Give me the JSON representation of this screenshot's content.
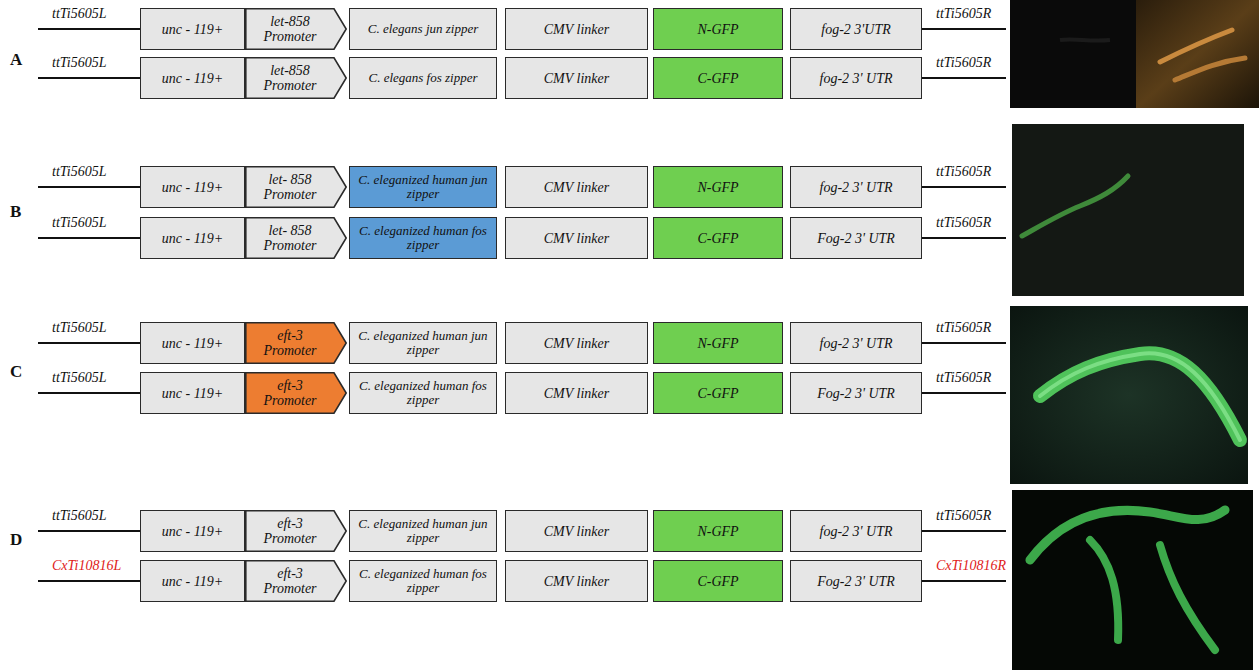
{
  "diagram": {
    "nodes": [
      {
        "text": [
          "unc - 119+"
        ]
      },
      {
        "text": [
          "let-858 Promoter"
        ]
      },
      {
        "text": [
          "C. elegans jun zipper"
        ]
      },
      {
        "text": [
          "CMV linker"
        ]
      },
      {
        "text": [
          "N-GFP"
        ]
      },
      {
        "text": [
          "fog-2 3'UTR"
        ]
      },
      {
        "text": [
          "unc - 119+"
        ]
      },
      {
        "text": [
          "let-858 Promoter"
        ]
      },
      {
        "text": [
          "C. elegans fos zipper"
        ]
      },
      {
        "text": [
          "CMV linker"
        ]
      },
      {
        "text": [
          "C-GFP"
        ]
      },
      {
        "text": [
          "fog-2 3' UTR"
        ]
      },
      {
        "text": [
          "unc - 119+"
        ]
      },
      {
        "text": [
          "let- 858 Promoter"
        ]
      },
      {
        "text": [
          "C. eleganized human jun zipper"
        ]
      },
      {
        "text": [
          "CMV linker"
        ]
      },
      {
        "text": [
          "N-GFP"
        ]
      },
      {
        "text": [
          "fog-2 3' UTR"
        ]
      },
      {
        "text": [
          "unc - 119+"
        ]
      },
      {
        "text": [
          "let- 858 Promoter"
        ]
      },
      {
        "text": [
          "C. eleganized human fos zipper"
        ]
      },
      {
        "text": [
          "CMV linker"
        ]
      },
      {
        "text": [
          "C-GFP"
        ]
      },
      {
        "text": [
          "Fog-2 3' UTR"
        ]
      },
      {
        "text": [
          "unc - 119+"
        ]
      },
      {
        "text": [
          "eft-3 Promoter"
        ]
      },
      {
        "text": [
          "C. eleganized human jun zipper"
        ]
      },
      {
        "text": [
          "CMV linker"
        ]
      },
      {
        "text": [
          "N-GFP"
        ]
      },
      {
        "text": [
          "fog-2 3' UTR"
        ]
      },
      {
        "text": [
          "unc - 119+"
        ]
      },
      {
        "text": [
          "eft-3 Promoter"
        ]
      },
      {
        "text": [
          "C. eleganized human fos zipper"
        ]
      },
      {
        "text": [
          "CMV linker"
        ]
      },
      {
        "text": [
          "C-GFP"
        ]
      },
      {
        "text": [
          "Fog-2 3' UTR"
        ]
      },
      {
        "text": [
          "unc - 119+"
        ]
      },
      {
        "text": [
          "eft-3 Promoter"
        ]
      },
      {
        "text": [
          "C. eleganized human jun zipper"
        ]
      },
      {
        "text": [
          "CMV linker"
        ]
      },
      {
        "text": [
          "N-GFP"
        ]
      },
      {
        "text": [
          "fog-2 3' UTR"
        ]
      },
      {
        "text": [
          "unc - 119+"
        ]
      },
      {
        "text": [
          "eft-3 Promoter"
        ]
      },
      {
        "text": [
          "C. eleganized human fos zipper"
        ]
      },
      {
        "text": [
          "CMV linker"
        ]
      },
      {
        "text": [
          "C-GFP"
        ]
      },
      {
        "text": [
          "Fog-2 3' UTR"
        ]
      }
    ],
    "labels": [
      "A",
      "ttTi5605L",
      "ttTi5605R",
      "ttTi5605L",
      "ttTi5605R",
      "B",
      "ttTi5605L",
      "ttTi5605R",
      "ttTi5605L",
      "ttTi5605R",
      "C",
      "ttTi5605L",
      "ttTi5605R",
      "ttTi5605L",
      "ttTi5605R",
      "D",
      "ttTi5605L",
      "ttTi5605R",
      "CxTi10816L",
      "CxTi10816R"
    ]
  }
}
